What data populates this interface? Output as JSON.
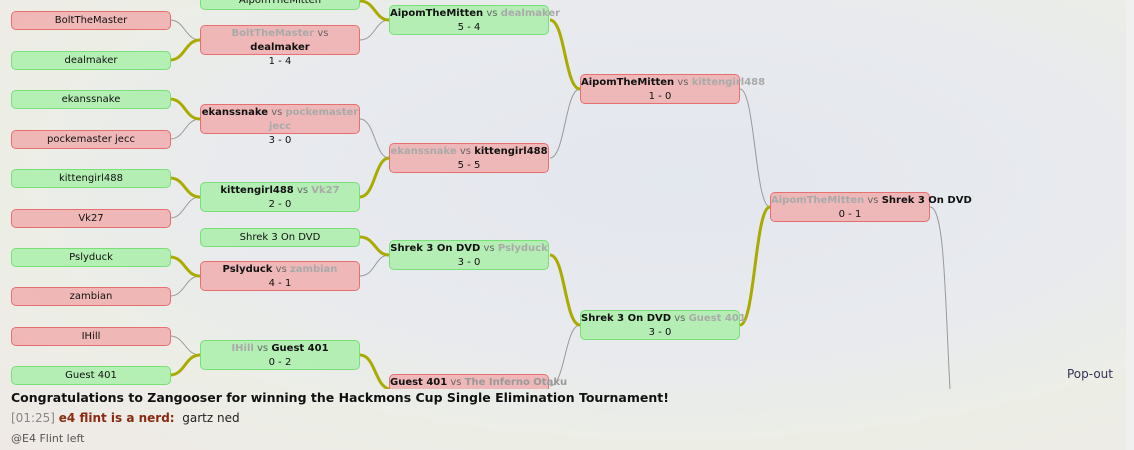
{
  "leaves": [
    "BoltTheMaster",
    "dealmaker",
    "ekanssnake",
    "pockemaster jecc",
    "kittengirl488",
    "Vk27",
    "Pslyduck",
    "zambian",
    "IHill",
    "Guest 401",
    "AipomTheMitten",
    "Shrek 3 On DVD"
  ],
  "matches": [
    {
      "p1": "BoltTheMaster",
      "p2": "dealmaker",
      "score": "1 - 4"
    },
    {
      "p1": "ekanssnake",
      "p2": "pockemaster jecc",
      "score": "3 - 0"
    },
    {
      "p1": "kittengirl488",
      "p2": "Vk27",
      "score": "2 - 0"
    },
    {
      "p1": "Pslyduck",
      "p2": "zambian",
      "score": "4 - 1"
    },
    {
      "p1": "IHill",
      "p2": "Guest 401",
      "score": "0 - 2"
    },
    {
      "p1": "AipomTheMitten",
      "p2": "dealmaker",
      "score": "5 - 4"
    },
    {
      "p1": "ekanssnake",
      "p2": "kittengirl488",
      "score": "5 - 5"
    },
    {
      "p1": "Shrek 3 On DVD",
      "p2": "Pslyduck",
      "score": "3 - 0"
    },
    {
      "p1": "Guest 401",
      "p2": "The Inferno Otaku",
      "score": ""
    },
    {
      "p1": "AipomTheMitten",
      "p2": "kittengirl488",
      "score": "1 - 0"
    },
    {
      "p1": "Shrek 3 On DVD",
      "p2": "Guest 401",
      "score": "3 - 0"
    },
    {
      "p1": "AipomTheMitten",
      "p2": "Shrek 3 On DVD",
      "score": "0 - 1"
    }
  ],
  "vs": "vs",
  "popout": "Pop-out",
  "chat": {
    "congrats": "Congratulations to Zangooser for winning the Hackmons Cup Single Elimination Tournament!",
    "timestamp": "[01:25]",
    "user": "e4 flint is a nerd:",
    "message": "gartz ned",
    "left_notice": "@E4 Flint left"
  },
  "colors": {
    "win_line": "#aaaa00",
    "green": "#aaeeaa",
    "red": "#f0aaaa"
  }
}
